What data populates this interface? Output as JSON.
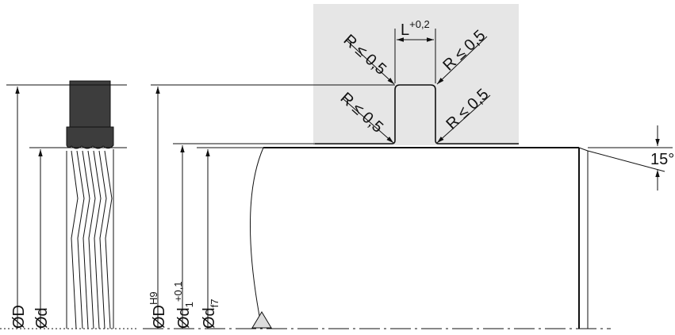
{
  "labels": {
    "outer_dia": "ØD",
    "inner_dia": "Ød",
    "bore_dia": "ØD",
    "bore_tol": "H9",
    "groove_dia": "Ød",
    "groove_sub": "1",
    "groove_tol": "+0,1",
    "rod_dia": "Ød",
    "rod_tol": "f7",
    "groove_width": "L",
    "groove_width_tol": "+0,2",
    "radius_top_left": "R ≤ 0,5",
    "radius_top_right": "R ≤ 0,5",
    "radius_bottom_left": "R ≤ 0,5",
    "radius_bottom_right": "R ≤ 0,5",
    "chamfer_angle": "15°"
  },
  "colors": {
    "seal_dark": "#3d3d3d",
    "housing_grey": "#e6e6e6",
    "line": "#111111"
  }
}
